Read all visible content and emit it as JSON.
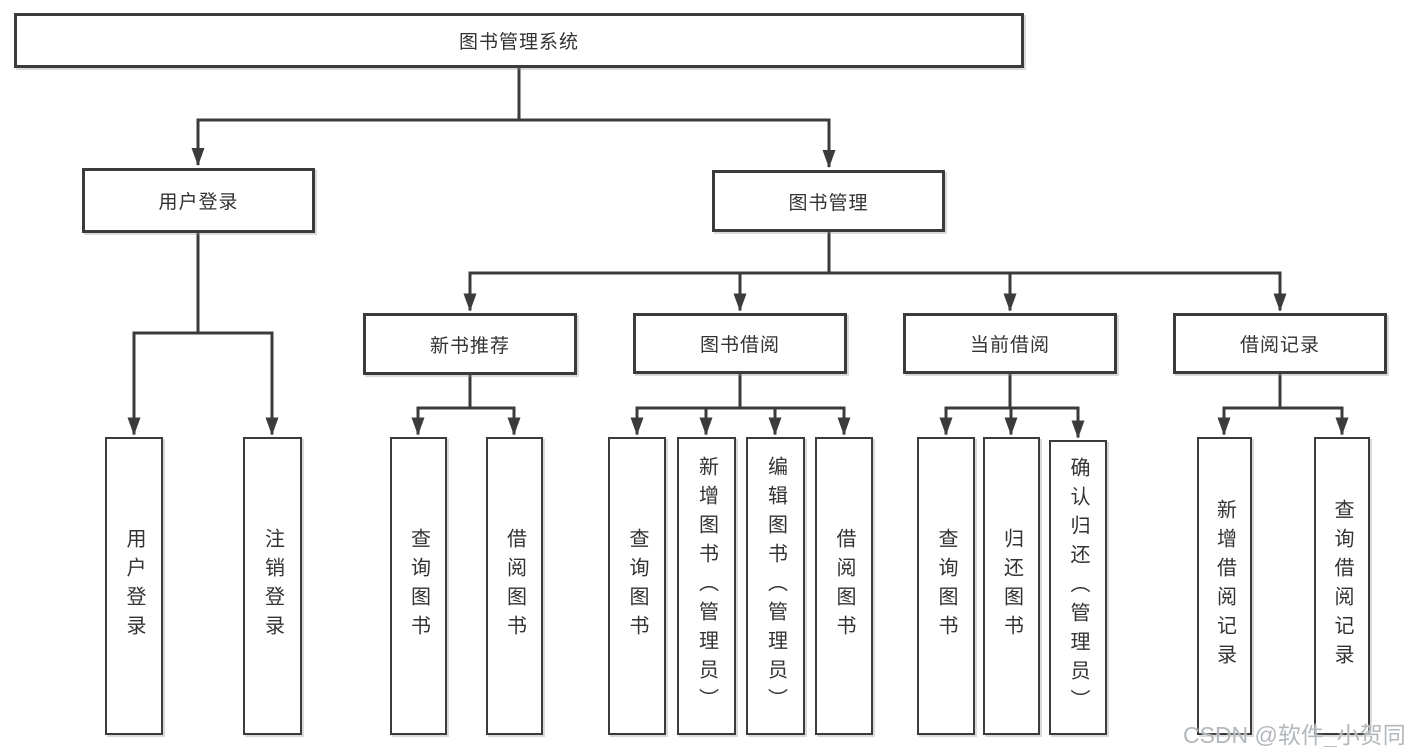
{
  "tree": {
    "root": {
      "label": "图书管理系统",
      "children": [
        {
          "label": "用户登录",
          "children": [
            {
              "label": "用户登录"
            },
            {
              "label": "注销登录"
            }
          ]
        },
        {
          "label": "图书管理",
          "children": [
            {
              "label": "新书推荐",
              "children": [
                {
                  "label": "查询图书"
                },
                {
                  "label": "借阅图书"
                }
              ]
            },
            {
              "label": "图书借阅",
              "children": [
                {
                  "label": "查询图书"
                },
                {
                  "label": "新增图书（管理员）"
                },
                {
                  "label": "编辑图书（管理员）"
                },
                {
                  "label": "借阅图书"
                }
              ]
            },
            {
              "label": "当前借阅",
              "children": [
                {
                  "label": "查询图书"
                },
                {
                  "label": "归还图书"
                },
                {
                  "label": "确认归还（管理员）"
                }
              ]
            },
            {
              "label": "借阅记录",
              "children": [
                {
                  "label": "新增借阅记录"
                },
                {
                  "label": "查询借阅记录"
                }
              ]
            }
          ]
        }
      ]
    }
  },
  "watermark": "CSDN @软件_小贺同学",
  "colors": {
    "line": "#3b3b3b",
    "box_border": "#3b3b3b",
    "text": "#333333",
    "background": "#ffffff",
    "watermark": "#b3b8bc"
  }
}
